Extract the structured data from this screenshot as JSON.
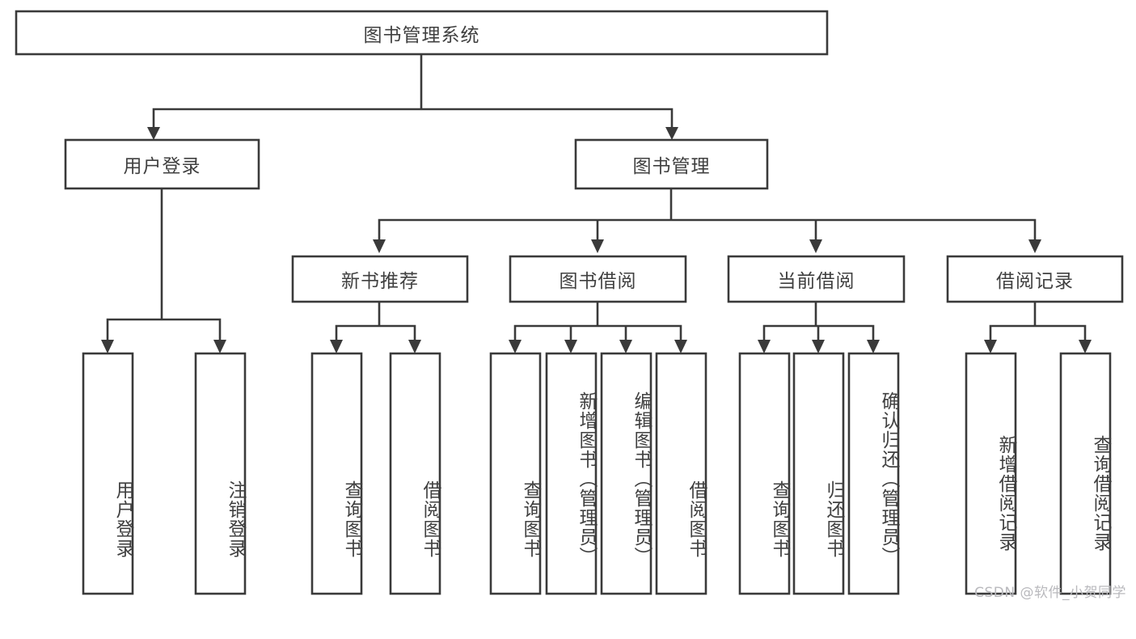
{
  "diagram": {
    "title": "图书管理系统",
    "type": "function-tree",
    "watermark": "CSDN @软件_小贺同学",
    "stroke_color": "#3a3a3a",
    "text_color": "#404040",
    "background_color": "#ffffff",
    "root": {
      "id": "root",
      "label": "图书管理系统",
      "orientation": "horizontal"
    },
    "level2": [
      {
        "id": "user-login",
        "label": "用户登录",
        "orientation": "horizontal"
      },
      {
        "id": "book-manage",
        "label": "图书管理",
        "orientation": "horizontal"
      }
    ],
    "level3": [
      {
        "id": "new-book-recommend",
        "label": "新书推荐",
        "orientation": "horizontal",
        "parent": "book-manage"
      },
      {
        "id": "book-borrow",
        "label": "图书借阅",
        "orientation": "horizontal",
        "parent": "book-manage"
      },
      {
        "id": "current-borrow",
        "label": "当前借阅",
        "orientation": "horizontal",
        "parent": "book-manage"
      },
      {
        "id": "borrow-record",
        "label": "借阅记录",
        "orientation": "horizontal",
        "parent": "book-manage"
      }
    ],
    "leaves": [
      {
        "id": "leaf-user-login",
        "label": "用户登录",
        "orientation": "vertical",
        "parent": "user-login"
      },
      {
        "id": "leaf-logout",
        "label": "注销登录",
        "orientation": "vertical",
        "parent": "user-login"
      },
      {
        "id": "leaf-query-book-1",
        "label": "查询图书",
        "orientation": "vertical",
        "parent": "new-book-recommend"
      },
      {
        "id": "leaf-borrow-book-1",
        "label": "借阅图书",
        "orientation": "vertical",
        "parent": "new-book-recommend"
      },
      {
        "id": "leaf-query-book-2",
        "label": "查询图书",
        "orientation": "vertical",
        "parent": "book-borrow"
      },
      {
        "id": "leaf-add-book",
        "label": "新增图书（管理员）",
        "orientation": "vertical",
        "parent": "book-borrow"
      },
      {
        "id": "leaf-edit-book",
        "label": "编辑图书（管理员）",
        "orientation": "vertical",
        "parent": "book-borrow"
      },
      {
        "id": "leaf-borrow-book-2",
        "label": "借阅图书",
        "orientation": "vertical",
        "parent": "book-borrow"
      },
      {
        "id": "leaf-query-book-3",
        "label": "查询图书",
        "orientation": "vertical",
        "parent": "current-borrow"
      },
      {
        "id": "leaf-return-book",
        "label": "归还图书",
        "orientation": "vertical",
        "parent": "current-borrow"
      },
      {
        "id": "leaf-confirm-return",
        "label": "确认归还（管理员）",
        "orientation": "vertical",
        "parent": "current-borrow"
      },
      {
        "id": "leaf-add-record",
        "label": "新增借阅记录",
        "orientation": "vertical",
        "parent": "borrow-record"
      },
      {
        "id": "leaf-query-record",
        "label": "查询借阅记录",
        "orientation": "vertical",
        "parent": "borrow-record"
      }
    ]
  }
}
